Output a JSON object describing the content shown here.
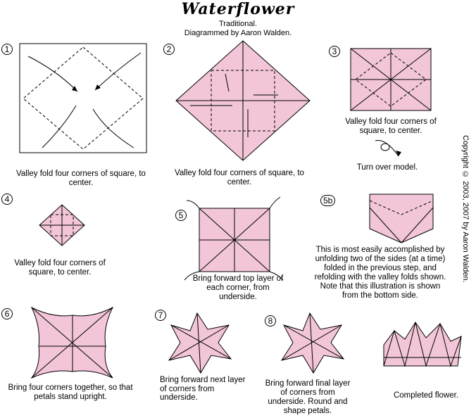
{
  "header": {
    "title": "Waterflower",
    "line1": "Traditional.",
    "line2": "Diagrammed by Aaron Walden."
  },
  "copyright": "Copyright © 2003, 2007 by Aaron Walden.",
  "steps": [
    {
      "num": "1"
    },
    {
      "num": "2",
      "caption": "Valley fold four corners of square, to center."
    },
    {
      "num": "3",
      "caption": "Valley fold four corners of square, to center.",
      "note": "Turn over model."
    },
    {
      "num": "4",
      "caption": "Valley fold four corners of square, to center."
    },
    {
      "num": "5",
      "caption": "Bring forward top layer of each corner, from underside."
    },
    {
      "num": "5b",
      "caption": "This is most easily accomplished by unfolding two of the sides (at a time) folded in the previous step, and refolding with the valley folds shown.  Note that this illustration is shown from the bottom side."
    },
    {
      "num": "6",
      "caption": "Bring four corners together, so that petals stand upright."
    },
    {
      "num": "7",
      "caption": "Bring forward next layer of corners from underside."
    },
    {
      "num": "8",
      "caption": "Bring forward final layer of corners from underside. Round and shape petals."
    },
    {
      "num": "",
      "caption": "Completed flower."
    }
  ],
  "step1_caption": "Valley fold four corners of square, to center.",
  "colors": {
    "paper": "#f2c6d8",
    "line": "#000000"
  }
}
